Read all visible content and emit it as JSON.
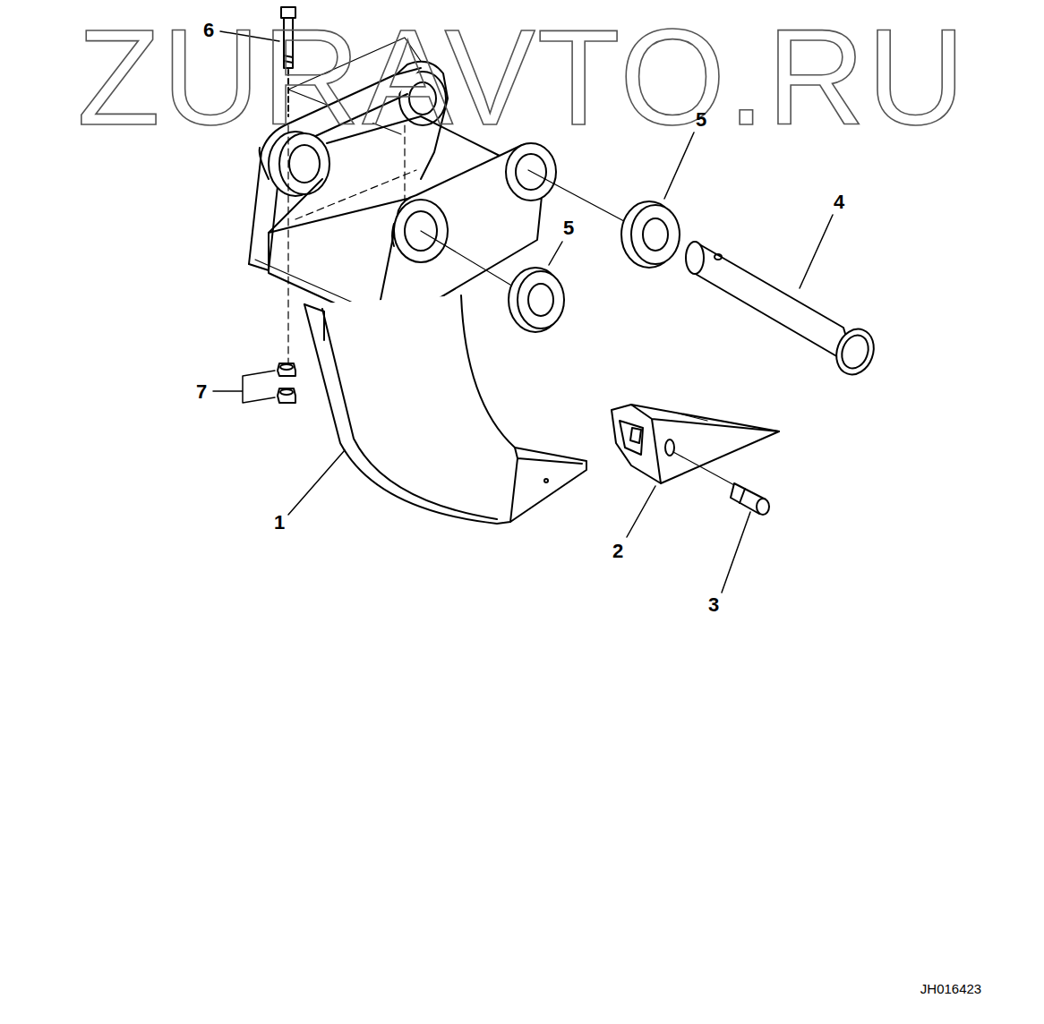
{
  "diagram": {
    "labels": [
      "ZURAVTO.RU",
      "6",
      "5",
      "4",
      "5",
      "7",
      "1",
      "2",
      "3",
      "JH016423"
    ]
  }
}
